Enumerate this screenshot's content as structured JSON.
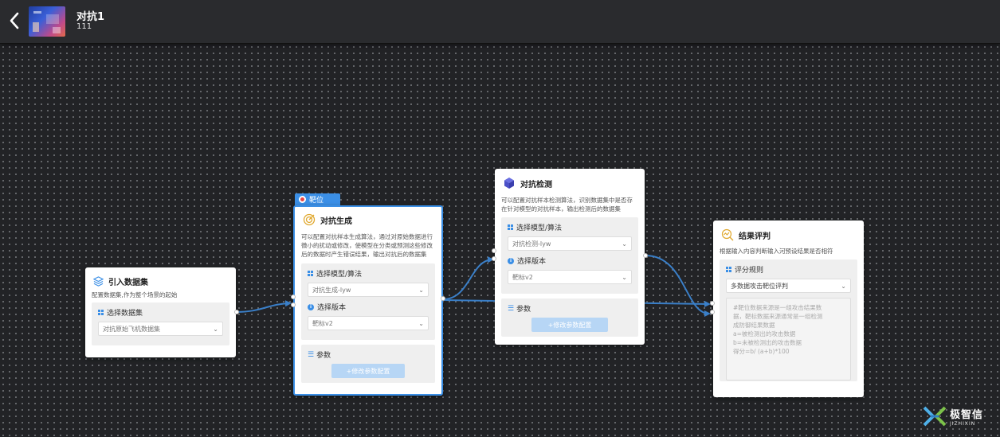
{
  "header": {
    "title": "对抗1",
    "subtitle": "111",
    "back_icon": "chevron-left-icon"
  },
  "colors": {
    "accent": "#3b8fe6",
    "edge": "#3a7fc8",
    "canvas": "#222326",
    "tag_dot": "#e84545"
  },
  "nodes": {
    "dataset": {
      "title": "引入数据集",
      "desc": "配置数据集,作为整个场景的起始",
      "field_label": "选择数据集",
      "field_value": "对抗原始飞机数据集",
      "icon": "layers-icon"
    },
    "generation": {
      "tag": "靶位",
      "title": "对抗生成",
      "desc": "可以配置对抗样本生成算法，通过对原始数据进行微小的扰动或修改，使模型在分类或预测这些修改后的数据时产生错误结果，输出对抗后的数据集",
      "model_label": "选择模型/算法",
      "model_value": "对抗生成-lyw",
      "version_label": "选择版本",
      "version_value": "靶标v2",
      "params_label": "参数",
      "params_button": "+修改参数配置",
      "icon": "target-icon"
    },
    "detection": {
      "title": "对抗检测",
      "desc": "可以配置对抗样本检测算法，识别数据集中是否存在针对模型的对抗样本，输出检测后的数据集",
      "model_label": "选择模型/算法",
      "model_value": "对抗检测-lyw",
      "version_label": "选择版本",
      "version_value": "靶标v2",
      "params_label": "参数",
      "params_button": "+修改参数配置",
      "icon": "cube-icon"
    },
    "evaluation": {
      "title": "结果评判",
      "desc": "根据输入内容判断输入河预设结果是否相符",
      "rule_label": "评分规则",
      "rule_value": "多数据攻击靶位评判",
      "rule_text": [
        "#靶位数据来源是一组攻击结果数",
        "据，靶标数据来源通常是一组检测",
        "成防御结果数据",
        "a=被检测出的攻击数据",
        "b=未被检测出的攻击数据",
        "得分=b/ (a+b)*100"
      ],
      "icon": "chart-search-icon"
    }
  },
  "brand": {
    "name_cn": "极智信",
    "name_en": "JIZHIXIN",
    "logo_icon": "x-logo-icon"
  }
}
